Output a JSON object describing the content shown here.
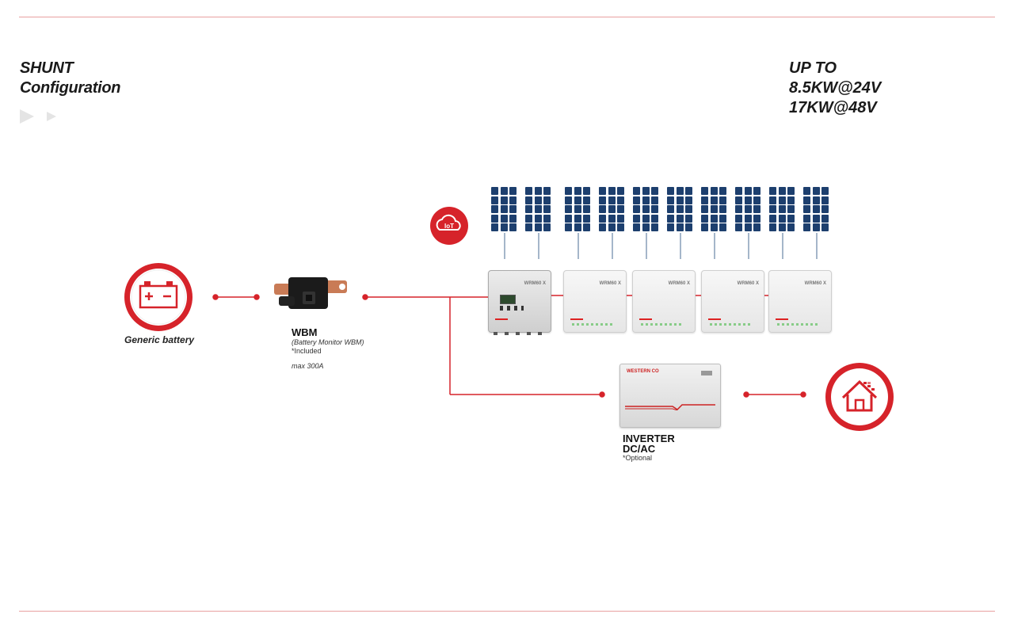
{
  "header": {
    "title_line1": "SHUNT",
    "title_line2": "Configuration"
  },
  "capacity": {
    "line1": "UP TO",
    "line2": "8.5KW@24V",
    "line3": "17KW@48V"
  },
  "battery": {
    "label": "Generic battery",
    "icon": "battery-icon"
  },
  "wbm": {
    "title": "WBM",
    "subtitle": "(Battery Monitor WBM)",
    "note": "*Included",
    "max": "max 300A"
  },
  "iot": {
    "label": "IoT",
    "icon": "cloud-iot-icon"
  },
  "controllers": {
    "brand": "WRM60 X",
    "count": 5
  },
  "inverter": {
    "title_line1": "INVERTER",
    "title_line2": "DC/AC",
    "note": "*Optional"
  },
  "home": {
    "icon": "house-icon"
  },
  "colors": {
    "accent": "#d6232a",
    "wire": "#d6232a",
    "rule": "#e8a0a0",
    "panel": "#1d3f6e"
  }
}
